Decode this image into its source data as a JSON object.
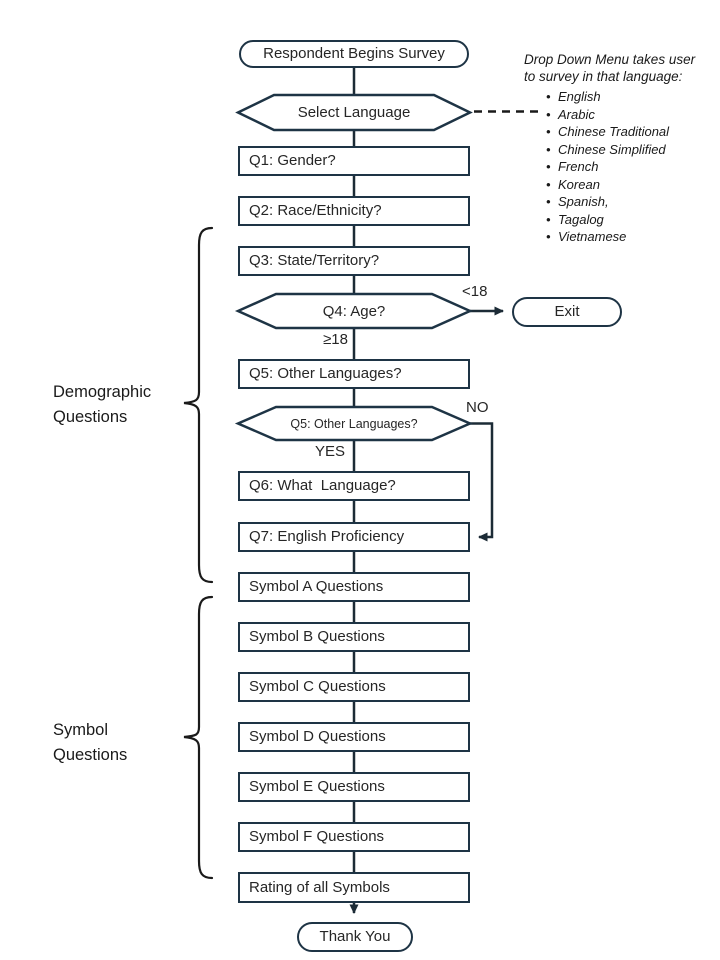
{
  "colors": {
    "background": "#ffffff",
    "shape_border": "#1e3445",
    "connector": "#1c2b36",
    "text": "#262626",
    "annotation_text": "#1a1a1a"
  },
  "flow": {
    "start": "Respondent Begins Survey",
    "select_language": "Select Language",
    "q1": "Q1: Gender?",
    "q2": "Q2: Race/Ethnicity?",
    "q3": "Q3: State/Territory?",
    "q4": "Q4: Age?",
    "q4_branch_under18": "<18",
    "q4_branch_adult": "≥18",
    "exit": "Exit",
    "q5": "Q5: Other Languages?",
    "q5_decision": "Q5: Other Languages?",
    "q5_branch_no": "NO",
    "q5_branch_yes": "YES",
    "q6": "Q6: What  Language?",
    "q7": "Q7: English Proficiency",
    "symbols": [
      "Symbol A Questions",
      "Symbol B Questions",
      "Symbol C Questions",
      "Symbol D Questions",
      "Symbol E Questions",
      "Symbol F Questions"
    ],
    "rating": "Rating of all Symbols",
    "thank_you": "Thank You"
  },
  "groups": {
    "demographic": "Demographic\nQuestions",
    "symbol": "Symbol\nQuestions"
  },
  "annotation": {
    "title": "Drop Down Menu takes user\nto survey in that language:",
    "bullet": "•",
    "languages": [
      "English",
      "Arabic",
      "Chinese Traditional",
      "Chinese Simplified",
      "French",
      "Korean",
      "Spanish,",
      "Tagalog",
      "Vietnamese"
    ]
  }
}
